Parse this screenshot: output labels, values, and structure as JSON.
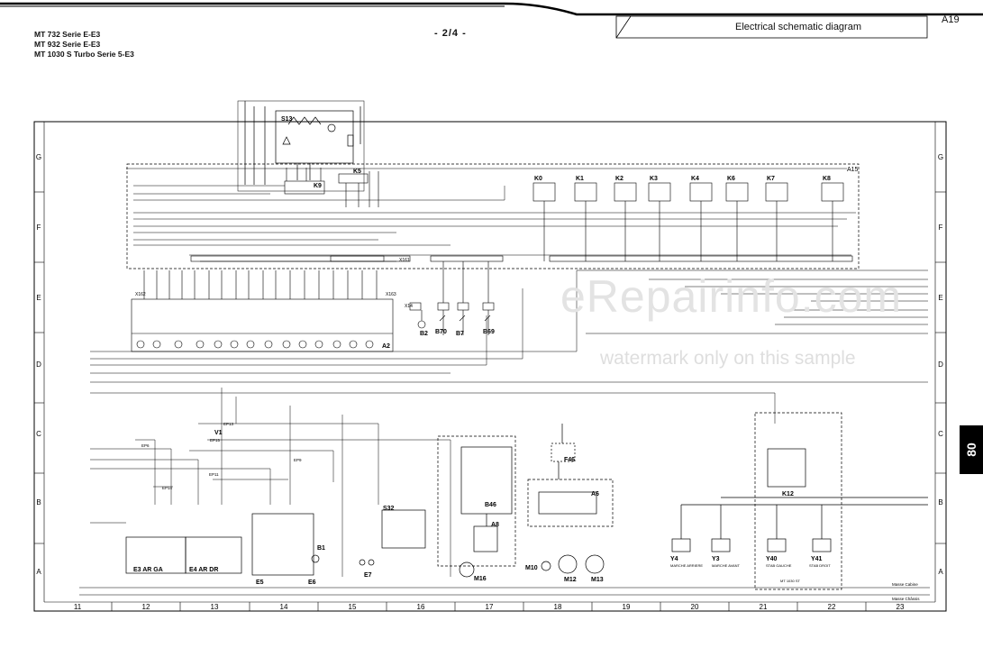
{
  "header": {
    "models": [
      "MT 732 Serie E-E3",
      "MT 932 Serie E-E3",
      "MT 1030 S Turbo Serie 5-E3"
    ],
    "page": "- 2/4 -",
    "title": "Electrical schematic diagram",
    "code": "A19",
    "section_tab": "80"
  },
  "watermark": {
    "main": "eRepairinfo.com",
    "sub": "watermark only on this sample"
  },
  "frame": {
    "row_labels": [
      "G",
      "F",
      "E",
      "D",
      "C",
      "B",
      "A"
    ],
    "column_numbers": [
      "11",
      "12",
      "13",
      "14",
      "15",
      "16",
      "17",
      "18",
      "19",
      "20",
      "21",
      "22",
      "23"
    ]
  },
  "components": {
    "S13": "S13",
    "K5": "K5",
    "K9": "K9",
    "A15": "A15",
    "relays": [
      "K0",
      "K1",
      "K2",
      "K3",
      "K4",
      "K6",
      "K7",
      "K8"
    ],
    "A2": "A2",
    "X161": "X161",
    "X162": "X162",
    "X163": "X163",
    "X14": "X14",
    "B2": "B2",
    "B70": "B70",
    "B7": "B7",
    "B69": "B69",
    "V1": "V1",
    "EP13": "EP13",
    "EP15": "EP15",
    "EP6": "EP6",
    "EP14": "EP14",
    "EP11": "EP11",
    "EP9": "EP9",
    "E3": "E3 AR GA",
    "E4": "E4 AR DR",
    "E5": "E5",
    "E6": "E6",
    "B1": "B1",
    "E7": "E7",
    "S32": "S32",
    "A8": "A8",
    "B46": "B46",
    "M16": "M16",
    "F46": "F46",
    "A6": "A6",
    "M10": "M10",
    "M12": "M12",
    "M13": "M13",
    "K12": "K12",
    "Y4": "Y4",
    "Y3": "Y3",
    "Y40": "Y40",
    "Y41": "Y41",
    "marche_arriere": "MARCHE ARRIERE",
    "marche_avant": "MARCHE AVANT",
    "stab_gauche": "STAB GAUCHE",
    "stab_droit": "STAB DROIT",
    "mt1030": "MT 1030 ST",
    "masse_cabine": "Masse Cabine",
    "masse_chassis": "Masse Châssis"
  }
}
